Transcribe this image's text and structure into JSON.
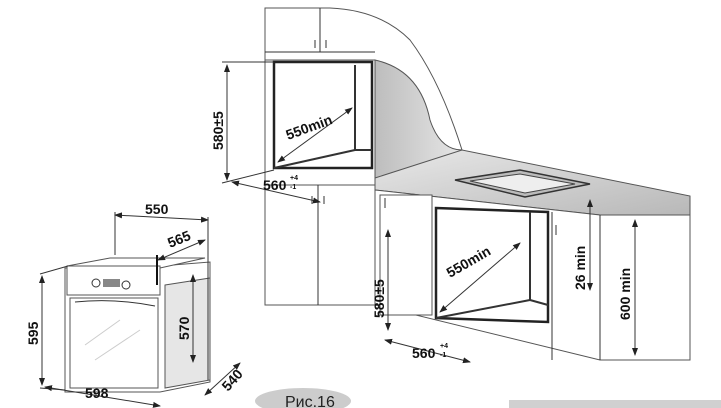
{
  "figure_caption": "Рис.16",
  "built_in_oven": {
    "width": "550",
    "depth": "565",
    "height_total": "595",
    "height_body": "570",
    "front_width": "598",
    "body_depth": "540"
  },
  "column_niche": {
    "height": "580±5",
    "depth": "550min",
    "width": "560",
    "width_tol_plus": "+4",
    "width_tol_minus": "-1"
  },
  "undercounter_niche": {
    "height": "580±5",
    "depth": "550min",
    "width": "560",
    "width_tol_plus": "+4",
    "width_tol_minus": "-1",
    "countertop_gap": "26 min",
    "cabinet_height": "600 min"
  }
}
